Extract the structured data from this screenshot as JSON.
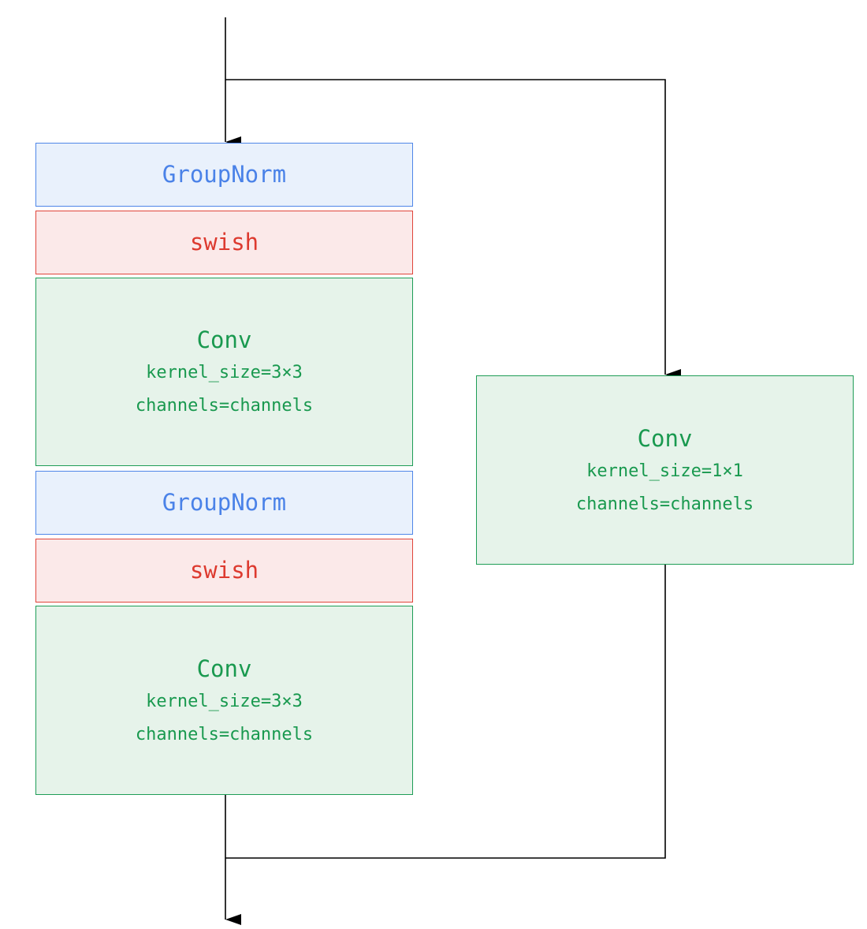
{
  "colors": {
    "norm_fill": "#e9f1fc",
    "norm_stroke": "#4f86e8",
    "act_fill": "#fbe9e9",
    "act_stroke": "#e0443a",
    "conv_fill": "#e6f3ea",
    "conv_stroke": "#1f9d57",
    "arrow": "#000000"
  },
  "main_path": {
    "groupnorm_1": {
      "label": "GroupNorm"
    },
    "swish_1": {
      "label": "swish"
    },
    "conv_1": {
      "label": "Conv",
      "kernel": "kernel_size=3×3",
      "channels": "channels=channels"
    },
    "groupnorm_2": {
      "label": "GroupNorm"
    },
    "swish_2": {
      "label": "swish"
    },
    "conv_2": {
      "label": "Conv",
      "kernel": "kernel_size=3×3",
      "channels": "channels=channels"
    }
  },
  "skip_path": {
    "conv": {
      "label": "Conv",
      "kernel": "kernel_size=1×1",
      "channels": "channels=channels"
    }
  }
}
